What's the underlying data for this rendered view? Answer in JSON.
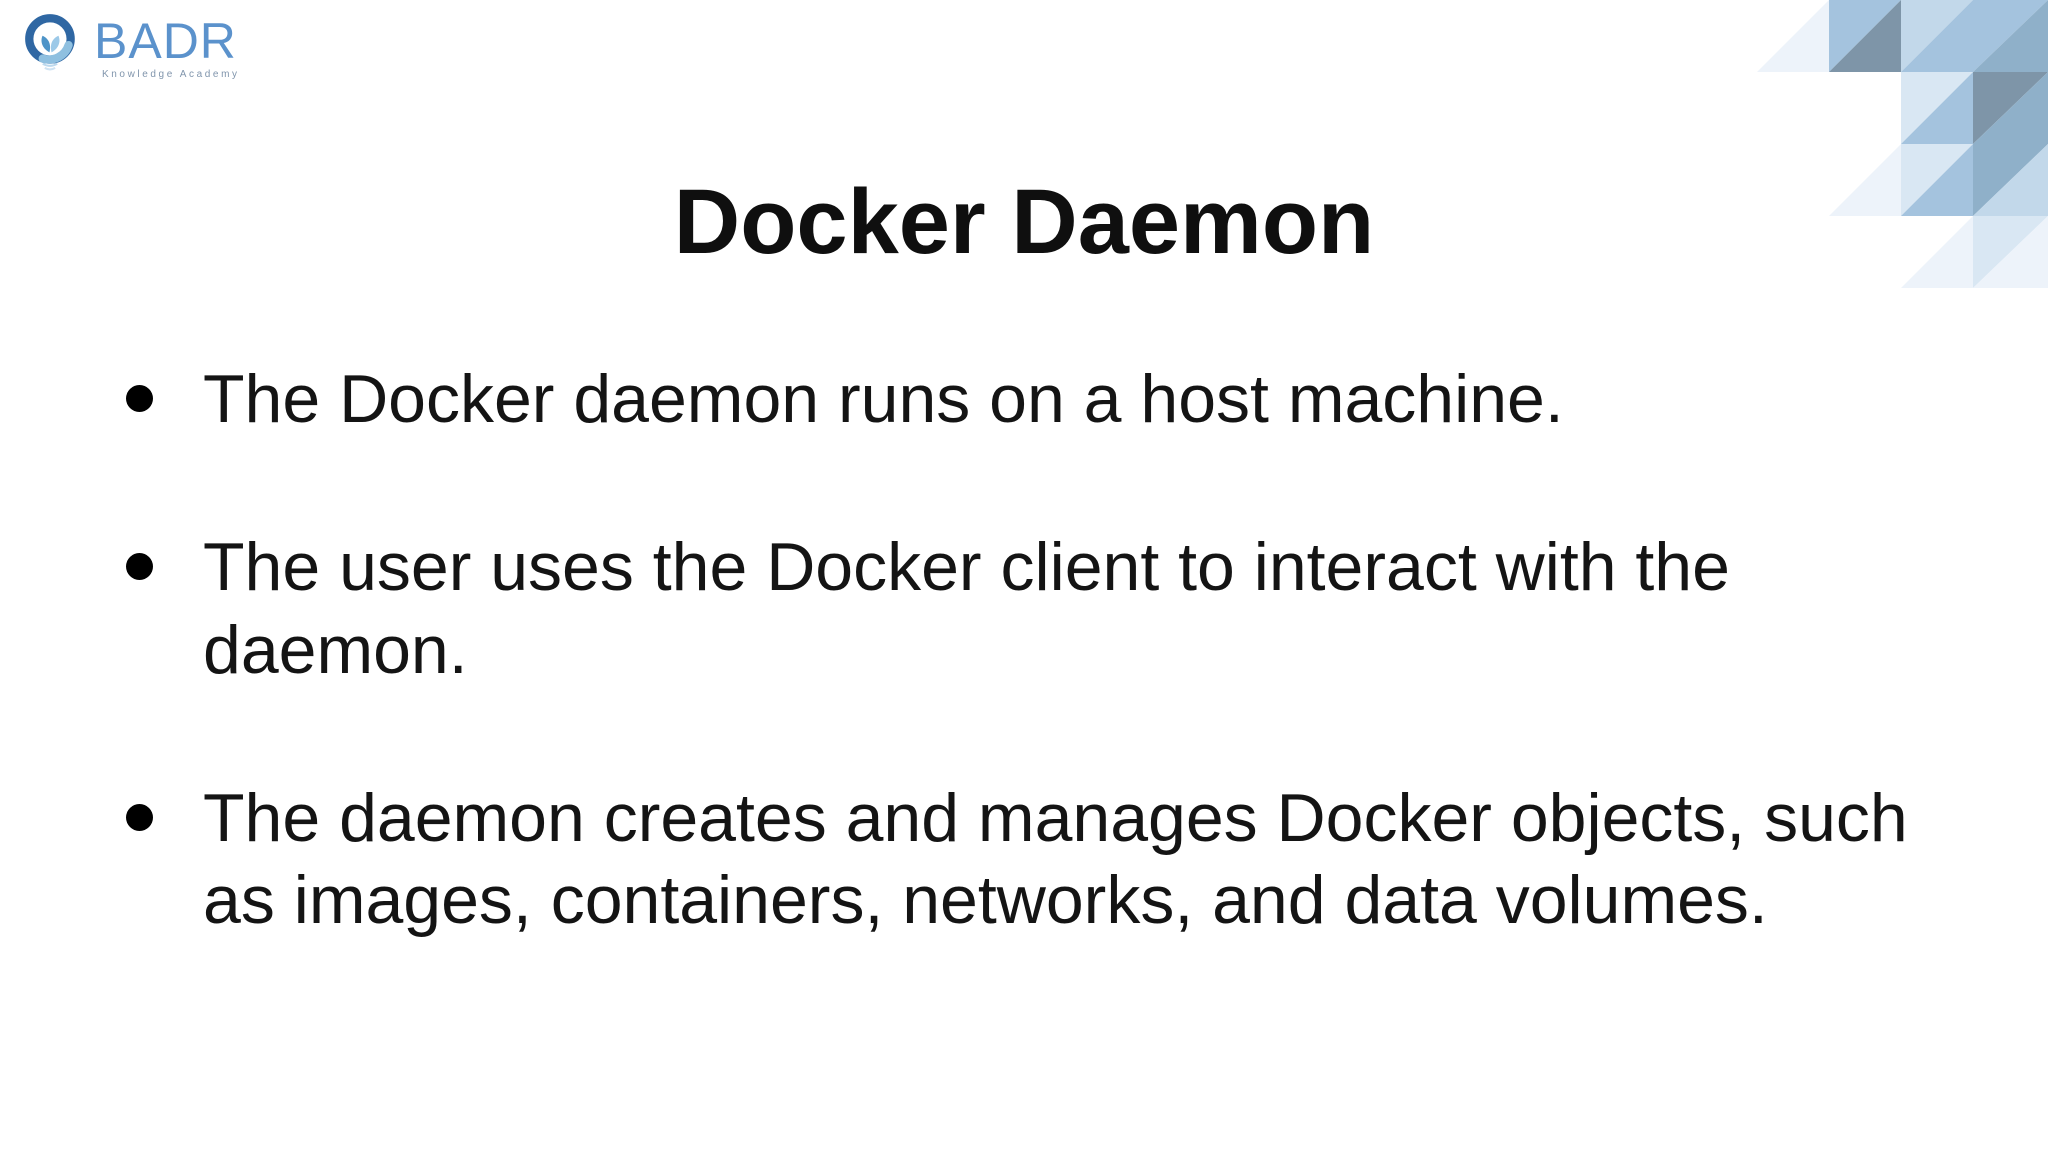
{
  "logo": {
    "brand": "BADR",
    "tagline": "Knowledge Academy",
    "brand_color": "#5b92cc",
    "tagline_color": "#8095ac",
    "icon": "badr-circle-leaf-logo"
  },
  "slide": {
    "title": "Docker Daemon",
    "bullets": [
      "The Docker daemon runs on a host machine.",
      "The user uses the Docker client to interact with the daemon.",
      "The daemon creates and manages Docker objects, such as images, containers, networks, and data volumes."
    ]
  },
  "decoration": {
    "name": "triangle-mosaic-corner",
    "colors": {
      "palest": "#edf3fa",
      "pale": "#d9e7f3",
      "light": "#c2d8ea",
      "medium": "#a4c3de",
      "medium_dark": "#8fb0c9",
      "dark": "#7e95a8"
    }
  }
}
